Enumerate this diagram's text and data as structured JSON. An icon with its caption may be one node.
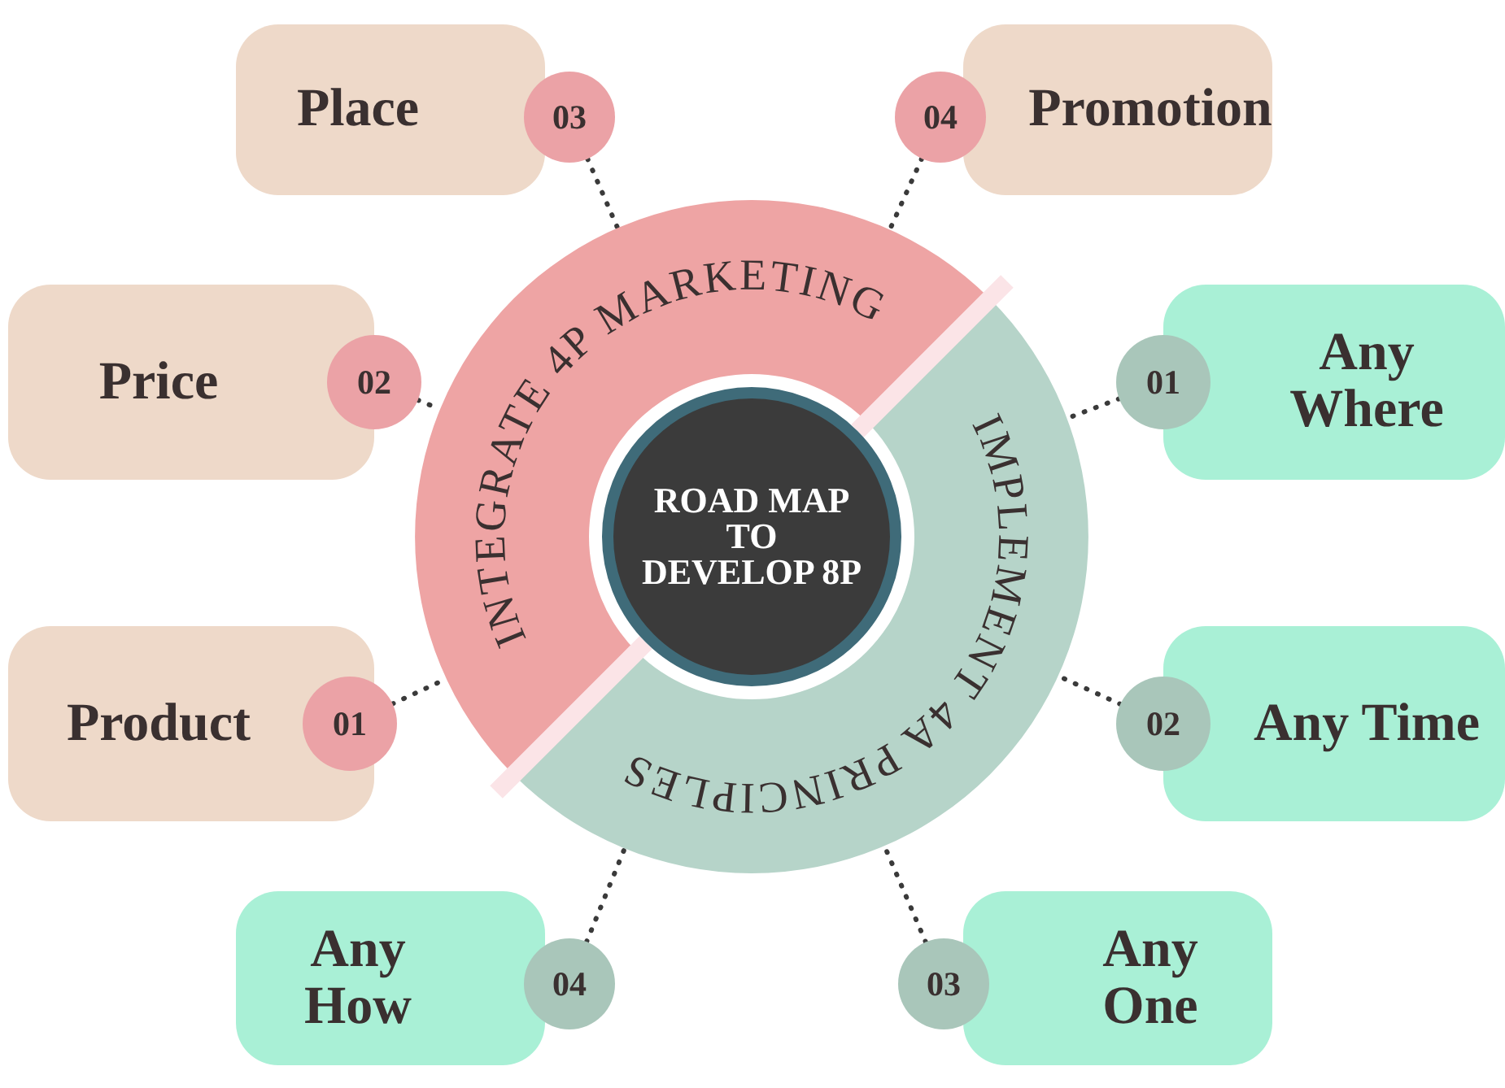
{
  "diagram": {
    "nodes": [
      {
        "text": [
          "ROAD MAP TO DEVELOP 8P"
        ]
      },
      {
        "text": [
          "INTEGRATE 4P MARKETING"
        ]
      },
      {
        "text": [
          "IMPLEMENT 4A PRINCIPLES"
        ]
      },
      {
        "text": [
          "Place"
        ]
      },
      {
        "text": [
          "03"
        ]
      },
      {
        "text": [
          "04"
        ]
      },
      {
        "text": [
          "Promotion"
        ]
      },
      {
        "text": [
          "Price"
        ]
      },
      {
        "text": [
          "02"
        ]
      },
      {
        "text": [
          "01"
        ]
      },
      {
        "text": [
          "Any Where"
        ]
      },
      {
        "text": [
          "Product"
        ]
      },
      {
        "text": [
          "01"
        ]
      },
      {
        "text": [
          "02"
        ]
      },
      {
        "text": [
          "Any Time"
        ]
      },
      {
        "text": [
          "Any How"
        ]
      },
      {
        "text": [
          "04"
        ]
      },
      {
        "text": [
          "03"
        ]
      },
      {
        "text": [
          "Any One"
        ]
      }
    ],
    "edges": [
      {
        "from": 4,
        "to": 1,
        "arrow": "none",
        "style": "dashed"
      },
      {
        "from": 5,
        "to": 1,
        "arrow": "none",
        "style": "dashed"
      },
      {
        "from": 8,
        "to": 1,
        "arrow": "none",
        "style": "dashed"
      },
      {
        "from": 12,
        "to": 1,
        "arrow": "none",
        "style": "dashed"
      },
      {
        "from": 9,
        "to": 2,
        "arrow": "none",
        "style": "dashed"
      },
      {
        "from": 13,
        "to": 2,
        "arrow": "none",
        "style": "dashed"
      },
      {
        "from": 16,
        "to": 2,
        "arrow": "none",
        "style": "dashed"
      },
      {
        "from": 17,
        "to": 2,
        "arrow": "none",
        "style": "dashed"
      }
    ]
  }
}
